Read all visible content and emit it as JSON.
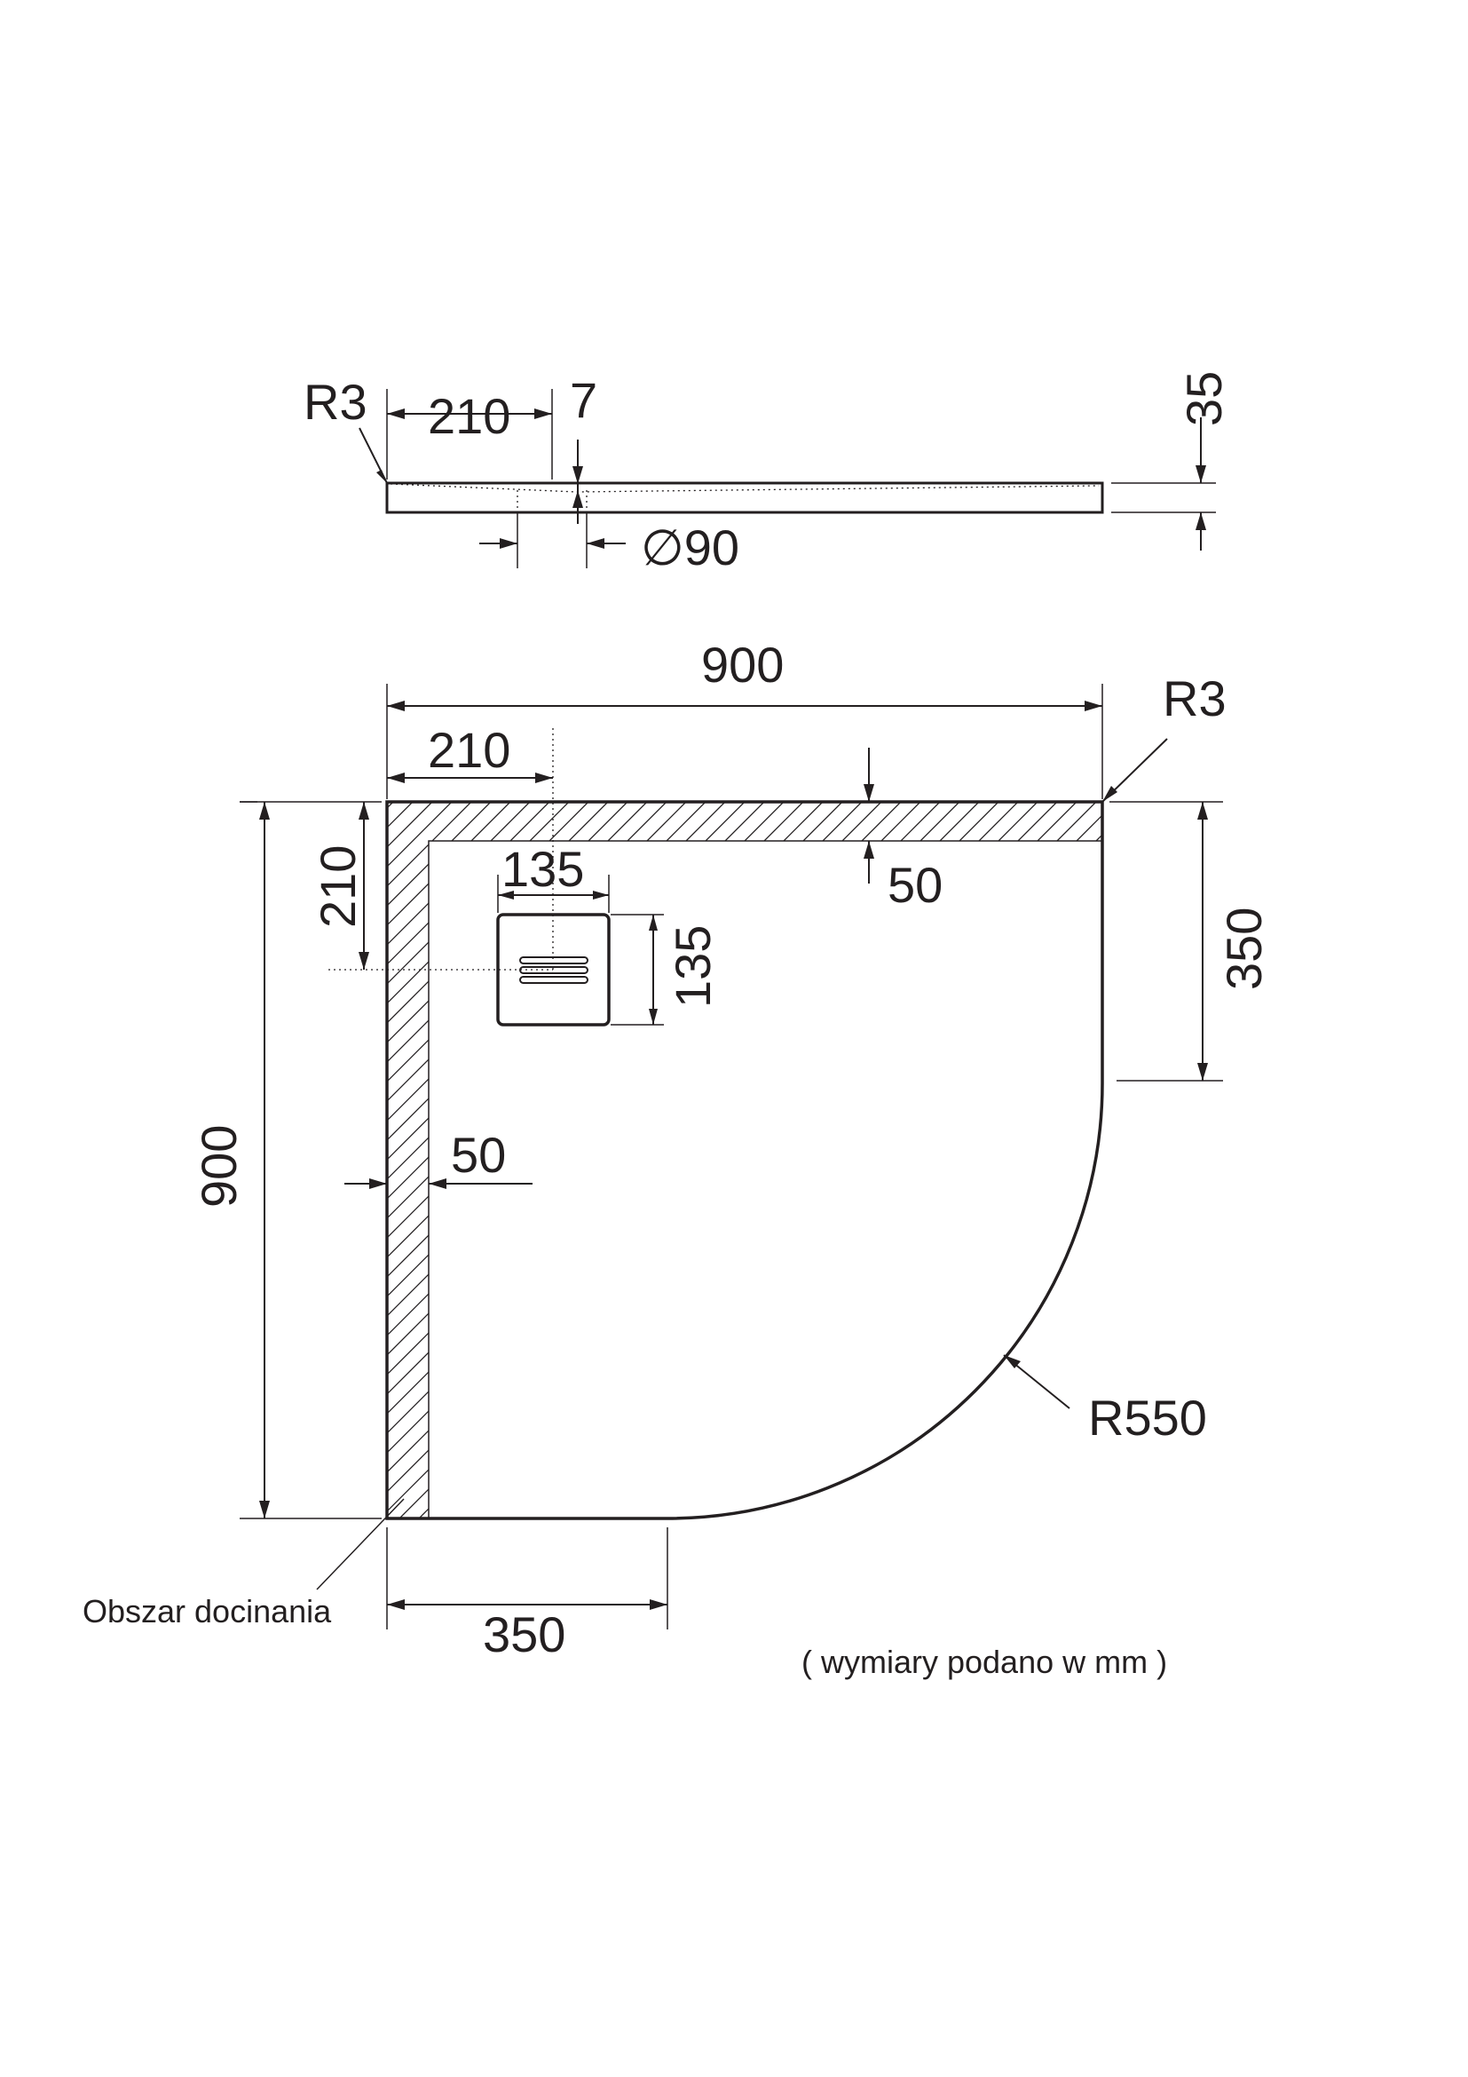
{
  "side_view": {
    "radius": "R3",
    "drain_offset": "210",
    "slope_depth": "7",
    "height": "35",
    "drain_diameter": "∅90"
  },
  "top_view": {
    "width": "900",
    "radius_corner": "R3",
    "drain_offset_x": "210",
    "drain_offset_y": "210",
    "drain_width": "135",
    "drain_height": "135",
    "trim_top": "50",
    "trim_left": "50",
    "depth": "900",
    "straight_right": "350",
    "straight_bottom": "350",
    "arc_radius": "R550",
    "trim_area_label": "Obszar docinania",
    "units_note": "( wymiary podano w mm )"
  }
}
